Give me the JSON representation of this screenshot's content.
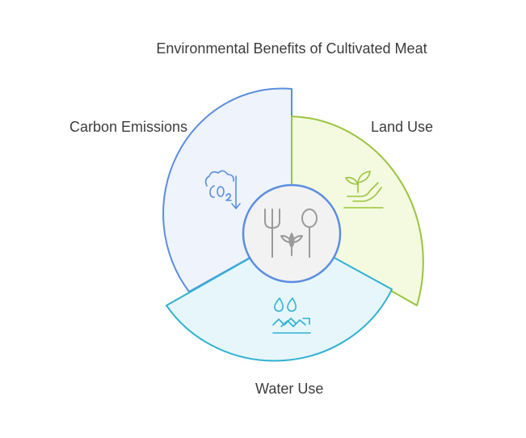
{
  "title": "Environmental Benefits of Cultivated Meat",
  "segments": [
    {
      "id": "carbon",
      "label": "Carbon Emissions",
      "icon": "co2-reduction-icon",
      "fill": "#eef3fc",
      "stroke": "#5b8ee0"
    },
    {
      "id": "land",
      "label": "Land Use",
      "icon": "plant-hand-icon",
      "fill": "#f3fadf",
      "stroke": "#9bc43c"
    },
    {
      "id": "water",
      "label": "Water Use",
      "icon": "water-drops-icon",
      "fill": "#e6f6fb",
      "stroke": "#2fb1d4"
    }
  ],
  "center": {
    "icon": "fork-spoon-plant-icon",
    "fill": "#f2f2f2",
    "stroke": "#5b8ee0"
  }
}
